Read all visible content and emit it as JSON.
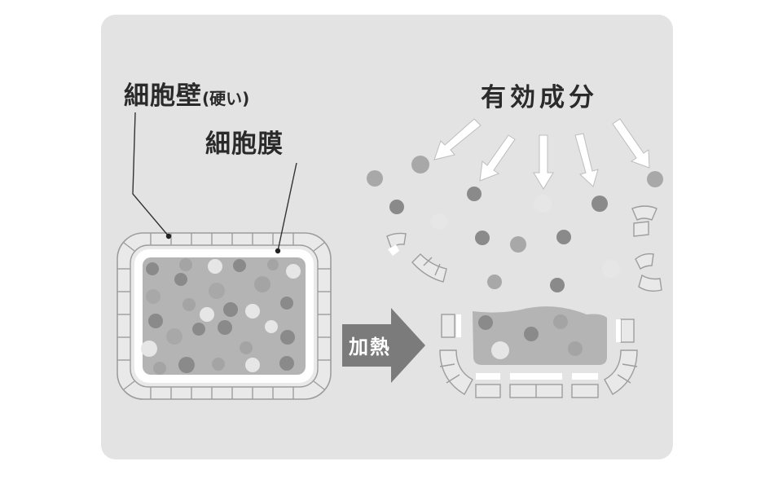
{
  "labels": {
    "cell_wall": "細胞壁",
    "cell_wall_note": "(硬い)",
    "cell_membrane": "細胞膜",
    "active_ingredients": "有効成分",
    "heating": "加熱"
  },
  "colors": {
    "panel_background": "#e3e3e3",
    "cell_interior": "#b4b4b4",
    "particle_dark": "#8a8a8a",
    "particle_mid": "#a8a8a8",
    "particle_light": "#e6e6e6",
    "arrow": "#7b7b7b"
  }
}
